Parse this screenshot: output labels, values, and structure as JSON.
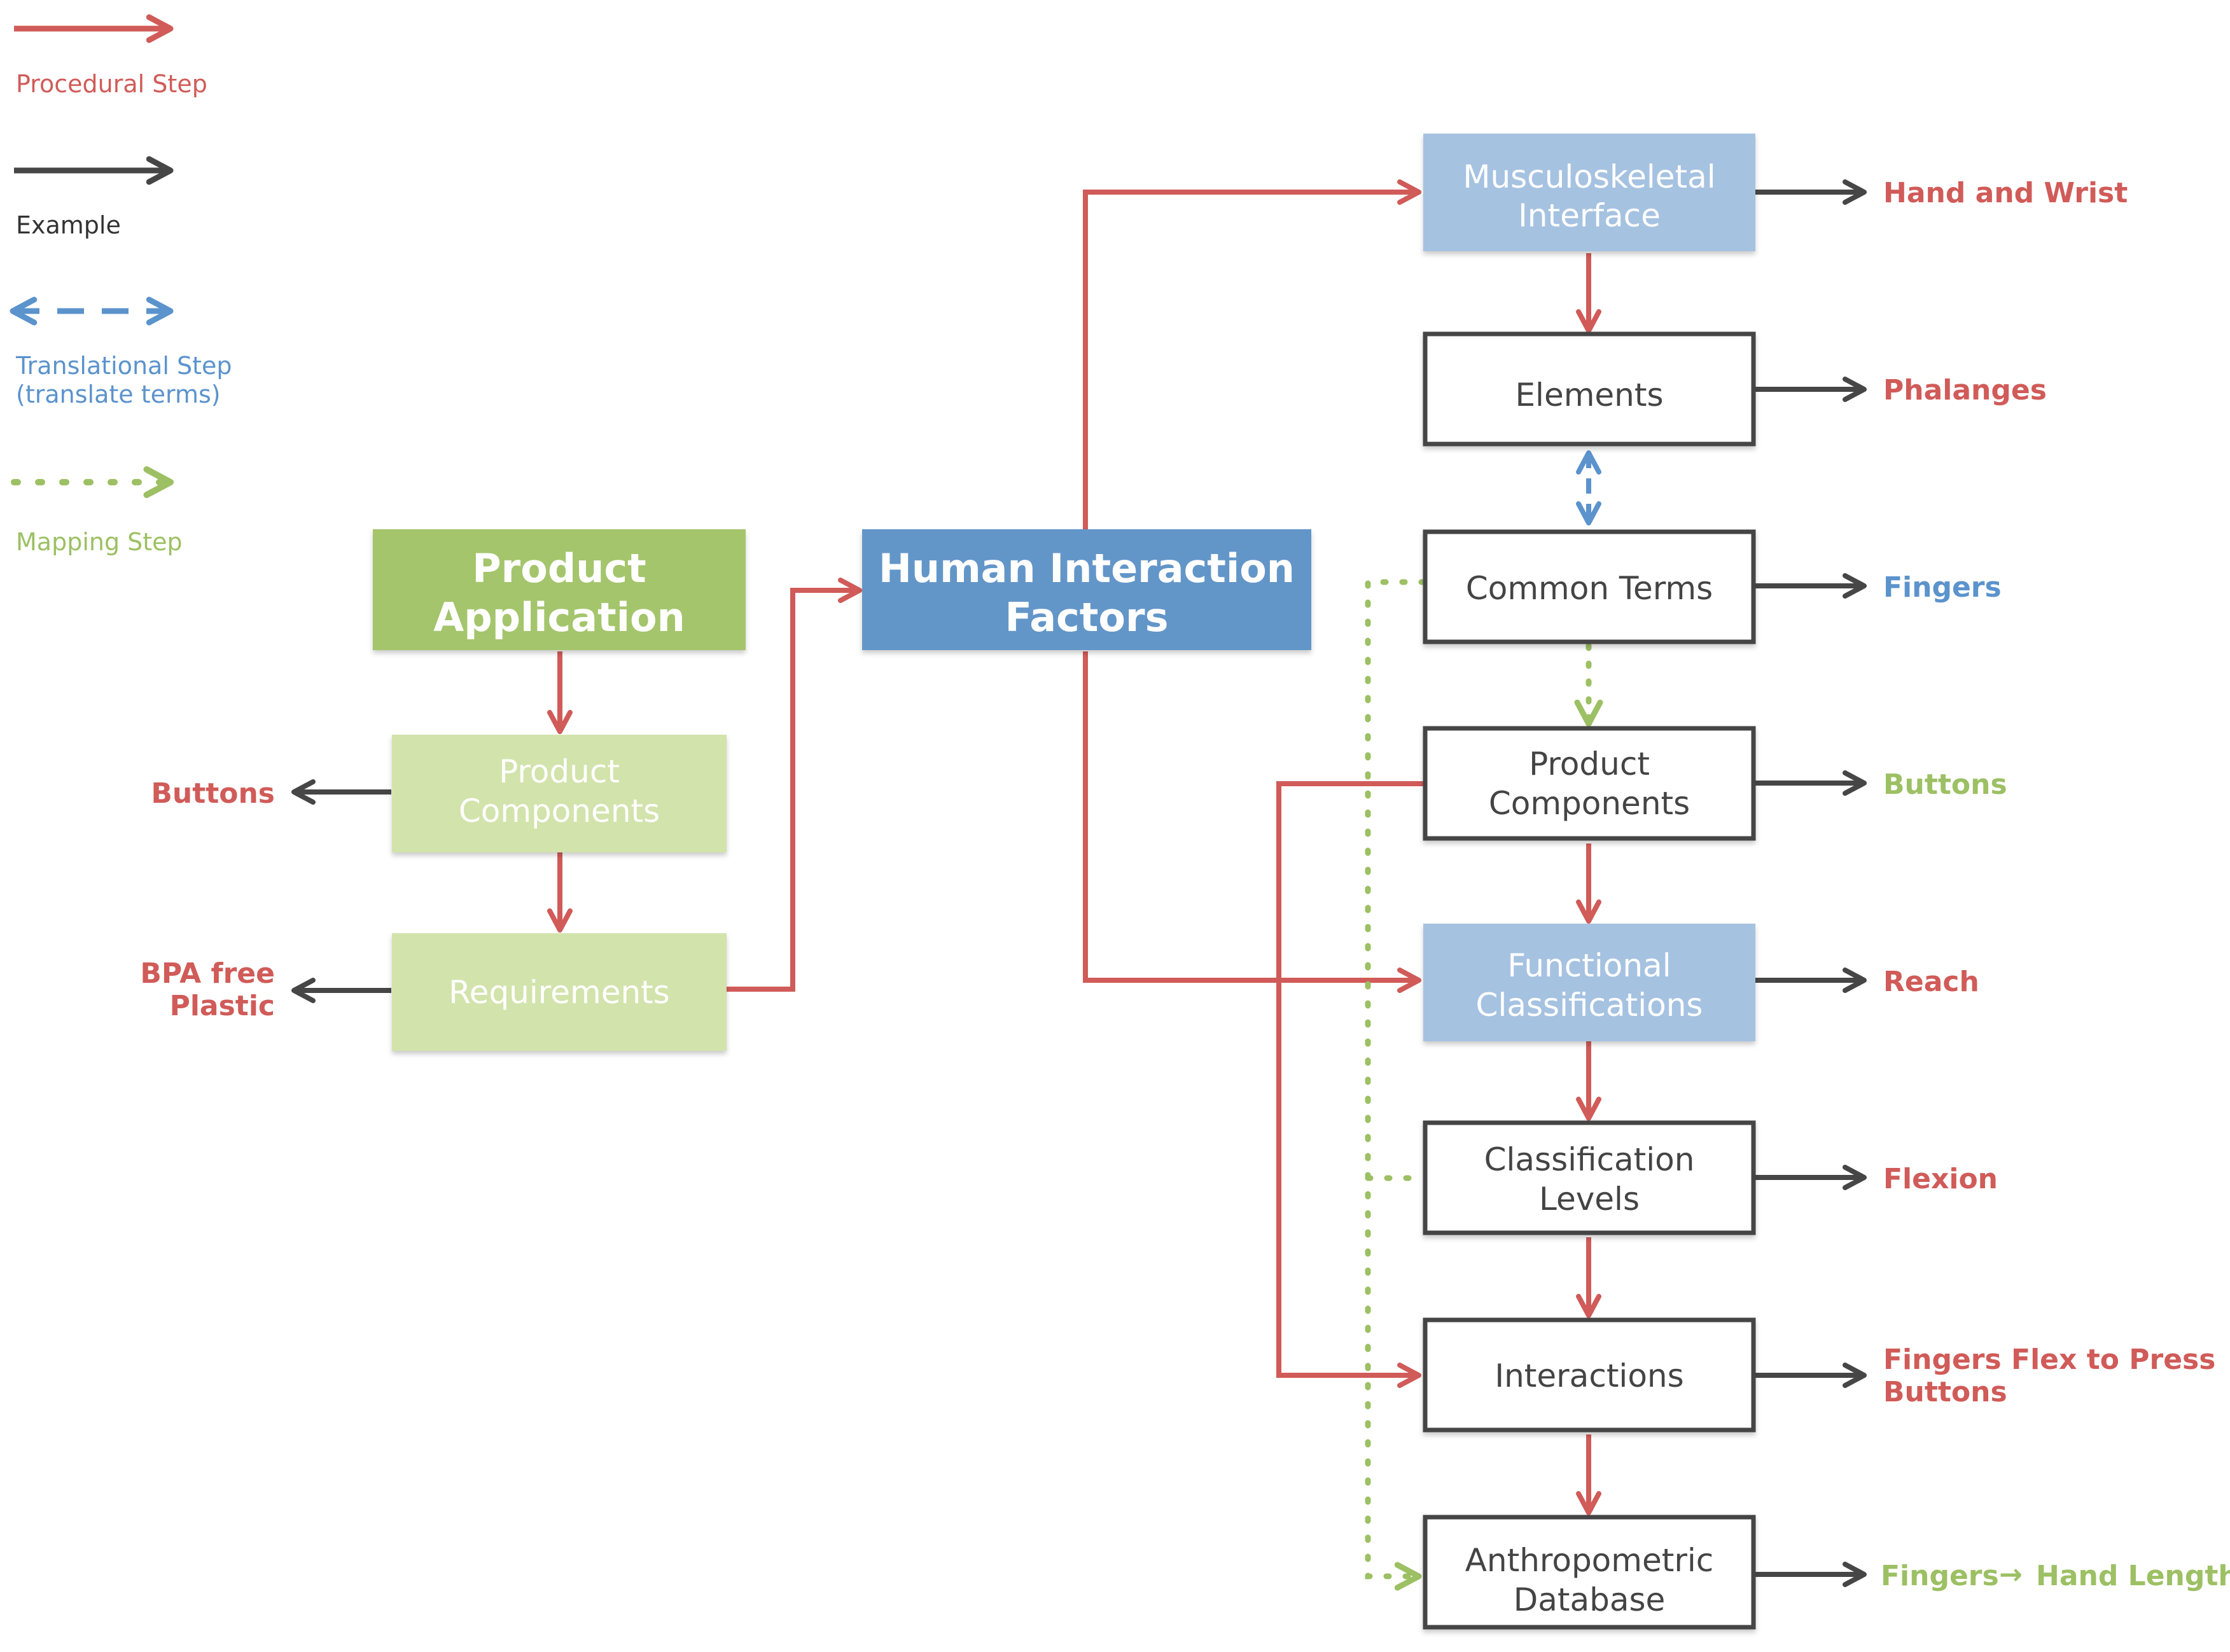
{
  "colors": {
    "procedural": "#d05b58",
    "example": "#464646",
    "translational": "#5b93cc",
    "mapping": "#9cc063",
    "green_dark": "#a4c56c",
    "green_light": "#d2e3ac",
    "blue_dark": "#6396c8",
    "blue_light": "#a6c2e1",
    "box_border": "#444444"
  },
  "legend": {
    "procedural": "Procedural Step",
    "example": "Example",
    "translational_1": "Translational Step",
    "translational_2": "(translate terms)",
    "mapping": "Mapping Step"
  },
  "boxes": {
    "product_application": [
      "Product",
      "Application"
    ],
    "product_components_left": [
      "Product",
      "Components"
    ],
    "requirements_left": "Requirements",
    "human_interaction_factors": [
      "Human Interaction",
      "Factors"
    ],
    "musculoskeletal_interface": [
      "Musculoskeletal",
      "Interface"
    ],
    "elements": "Elements",
    "common_terms": "Common Terms",
    "product_components_right": [
      "Product",
      "Components"
    ],
    "functional_classifications": [
      "Functional",
      "Classifications"
    ],
    "classification_levels": [
      "Classification",
      "Levels"
    ],
    "interactions": "Interactions",
    "anthropometric_database": [
      "Anthropometric",
      "Database"
    ]
  },
  "examples": {
    "left_buttons": "Buttons",
    "bpa": [
      "BPA free",
      "Plastic"
    ],
    "hand_and_wrist": "Hand and Wrist",
    "phalanges": "Phalanges",
    "fingers": "Fingers",
    "buttons": "Buttons",
    "reach": "Reach",
    "flexion": "Flexion",
    "fingers_flex": [
      "Fingers Flex to Press",
      "Buttons"
    ],
    "final_fingers": "Fingers",
    "final_arrow": "→",
    "hand_length": "Hand Length"
  }
}
